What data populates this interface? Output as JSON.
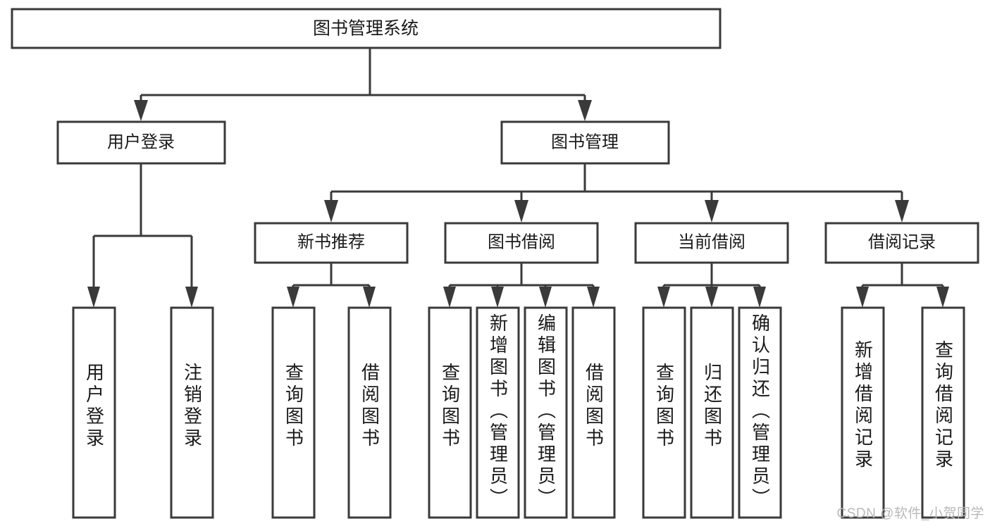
{
  "diagram": {
    "title": "图书管理系统",
    "type": "tree",
    "watermark": "CSDN @软件_小贺同学",
    "root": {
      "label": "图书管理系统"
    },
    "level2": [
      {
        "label": "用户登录"
      },
      {
        "label": "图书管理"
      }
    ],
    "level3": [
      {
        "label": "新书推荐"
      },
      {
        "label": "图书借阅"
      },
      {
        "label": "当前借阅"
      },
      {
        "label": "借阅记录"
      }
    ],
    "leaves": {
      "user_login": [
        {
          "label": "用户登录"
        },
        {
          "label": "注销登录"
        }
      ],
      "new_book_recommend": [
        {
          "label": "查询图书"
        },
        {
          "label": "借阅图书"
        }
      ],
      "book_borrow": [
        {
          "label": "查询图书"
        },
        {
          "label": "新增图书（管理员）"
        },
        {
          "label": "编辑图书（管理员）"
        },
        {
          "label": "借阅图书"
        }
      ],
      "current_borrow": [
        {
          "label": "查询图书"
        },
        {
          "label": "归还图书"
        },
        {
          "label": "确认归还（管理员）"
        }
      ],
      "borrow_record": [
        {
          "label": "新增借阅记录"
        },
        {
          "label": "查询借阅记录"
        }
      ]
    },
    "colors": {
      "stroke": "#3a3a3a",
      "fill": "#ffffff",
      "text": "#1a1a1a",
      "watermark": "#b9b9b9"
    }
  }
}
